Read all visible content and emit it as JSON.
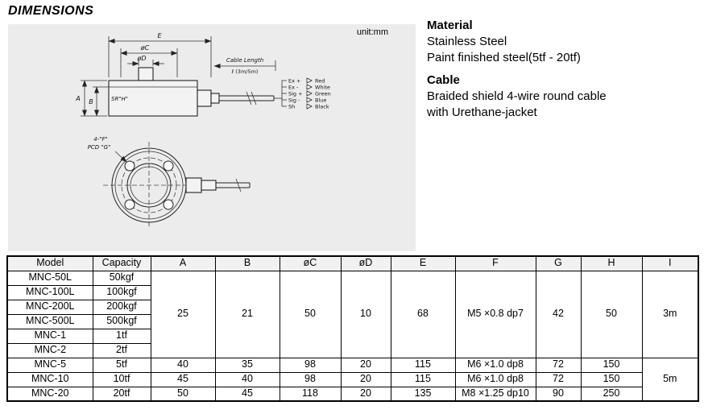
{
  "page": {
    "title": "DIMENSIONS",
    "unit_label": "unit:mm"
  },
  "specs": {
    "material_heading": "Material",
    "material_lines": [
      "Stainless Steel",
      "Paint finished steel(5tf - 20tf)"
    ],
    "cable_heading": "Cable",
    "cable_lines": [
      "Braided shield 4-wire round cable",
      "with Urethane-jacket"
    ]
  },
  "drawing": {
    "labels": {
      "E": "E",
      "phiC": "øC",
      "phiD": "øD",
      "A": "A",
      "B": "B",
      "srh": "SR\"H\"",
      "cable_length": "Cable Length",
      "cable_length_value": "ℓ (3m/5m)",
      "holes": "4-\"F\"",
      "pcd": "PCD \"G\""
    },
    "wires": [
      {
        "signal": "Ex +",
        "color": "Red"
      },
      {
        "signal": "Ex -",
        "color": "White"
      },
      {
        "signal": "Sig +",
        "color": "Green"
      },
      {
        "signal": "Sig -",
        "color": "Blue"
      },
      {
        "signal": "Sh",
        "color": "Black"
      }
    ]
  },
  "table": {
    "headers": [
      "Model",
      "Capacity",
      "A",
      "B",
      "øC",
      "øD",
      "E",
      "F",
      "G",
      "H",
      "I"
    ],
    "group1": {
      "models": [
        {
          "model": "MNC-50L",
          "capacity": "50kgf"
        },
        {
          "model": "MNC-100L",
          "capacity": "100kgf"
        },
        {
          "model": "MNC-200L",
          "capacity": "200kgf"
        },
        {
          "model": "MNC-500L",
          "capacity": "500kgf"
        },
        {
          "model": "MNC-1",
          "capacity": "1tf"
        },
        {
          "model": "MNC-2",
          "capacity": "2tf"
        }
      ],
      "shared": {
        "A": "25",
        "B": "21",
        "phiC": "50",
        "phiD": "10",
        "E": "68",
        "F": "M5 ×0.8 dp7",
        "G": "42",
        "H": "50",
        "I": "3m"
      }
    },
    "group2": {
      "rows": [
        {
          "model": "MNC-5",
          "capacity": "5tf",
          "A": "40",
          "B": "35",
          "phiC": "98",
          "phiD": "20",
          "E": "115",
          "F": "M6 ×1.0 dp8",
          "G": "72",
          "H": "150"
        },
        {
          "model": "MNC-10",
          "capacity": "10tf",
          "A": "45",
          "B": "40",
          "phiC": "98",
          "phiD": "20",
          "E": "115",
          "F": "M6 ×1.0 dp8",
          "G": "72",
          "H": "150"
        },
        {
          "model": "MNC-20",
          "capacity": "20tf",
          "A": "50",
          "B": "45",
          "phiC": "118",
          "phiD": "20",
          "E": "135",
          "F": "M8 ×1.25 dp10",
          "G": "90",
          "H": "250"
        }
      ],
      "sharedI": "5m"
    }
  }
}
